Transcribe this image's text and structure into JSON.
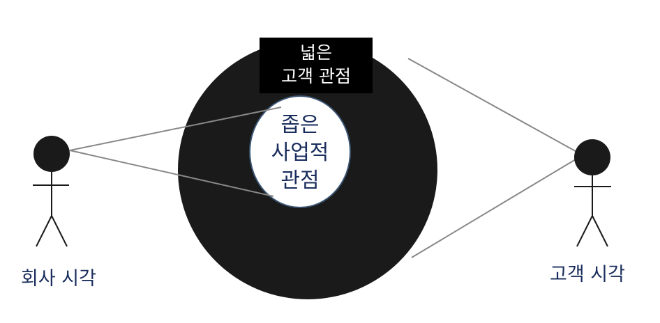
{
  "broad_view": {
    "line1": "넓은",
    "line2": "고객 관점"
  },
  "narrow_view": {
    "line1": "좁은",
    "line2": "사업적",
    "line3": "관점"
  },
  "company_perspective": {
    "label": "회사 시각"
  },
  "customer_perspective": {
    "label": "고객 시각"
  },
  "colors": {
    "outer_circle": "#1a1a1a",
    "inner_circle_fill": "#ffffff",
    "inner_circle_stroke": "#3b5573",
    "sight_lines": "#888888",
    "text_dark_blue": "#1a2d5c",
    "figure": "#1a1a1a"
  }
}
